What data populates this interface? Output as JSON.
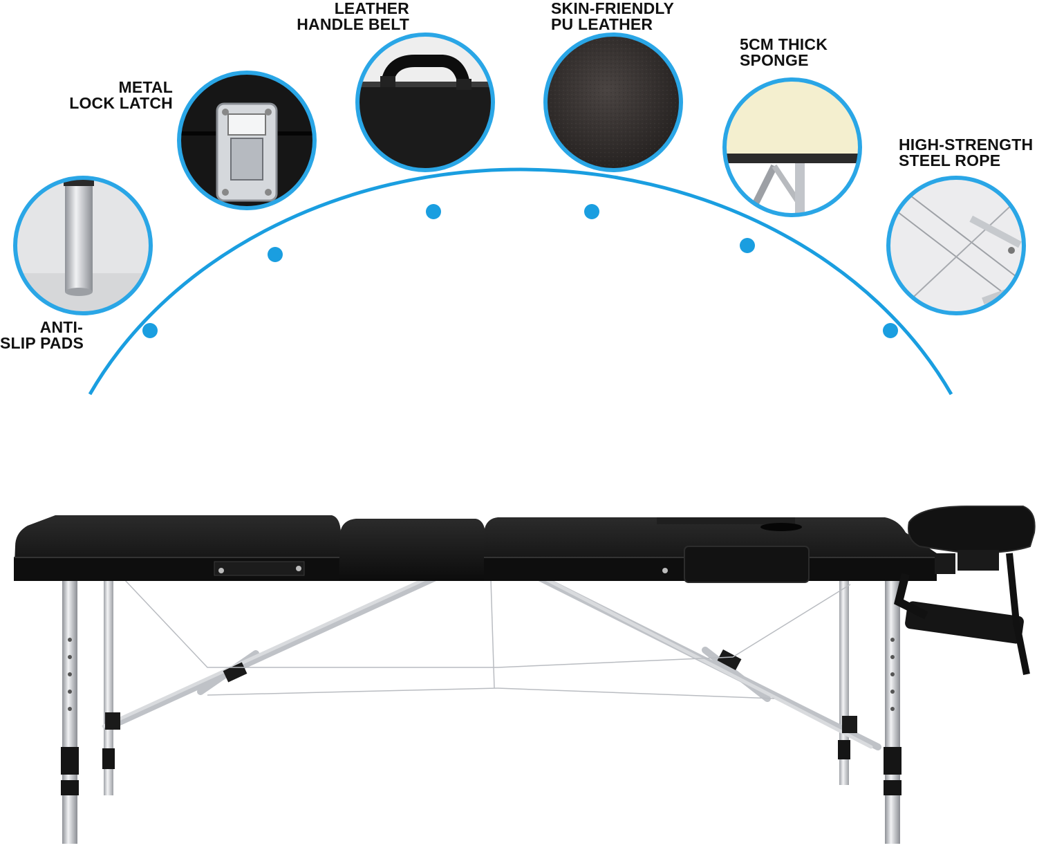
{
  "features": [
    {
      "id": "anti-slip-pads",
      "lines": [
        "ANTI-",
        "SLIP PADS"
      ],
      "icon": "table-leg-icon"
    },
    {
      "id": "metal-lock-latch",
      "lines": [
        "METAL",
        "LOCK LATCH"
      ],
      "icon": "lock-latch-icon"
    },
    {
      "id": "leather-handle-belt",
      "lines": [
        "LEATHER",
        "HANDLE BELT"
      ],
      "icon": "handle-belt-icon"
    },
    {
      "id": "pu-leather",
      "lines": [
        "SKIN-FRIENDLY",
        "PU LEATHER"
      ],
      "icon": "leather-texture-icon"
    },
    {
      "id": "sponge",
      "lines": [
        "5CM THICK",
        "SPONGE"
      ],
      "icon": "sponge-layer-icon"
    },
    {
      "id": "steel-rope",
      "lines": [
        "HIGH-STRENGTH",
        "STEEL ROPE"
      ],
      "icon": "steel-rope-icon"
    }
  ],
  "colors": {
    "accent": "#1a9ee0",
    "ring": "#2aa6e6",
    "leather": "#141414",
    "metal": "#c9ccd0"
  },
  "product_icon": "massage-table-icon"
}
